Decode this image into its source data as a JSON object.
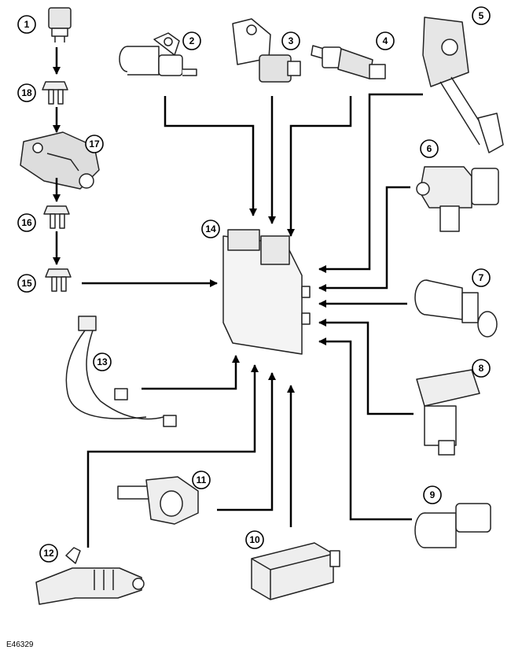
{
  "figure_id": "E46329",
  "callouts": {
    "c1": "1",
    "c2": "2",
    "c3": "3",
    "c4": "4",
    "c5": "5",
    "c6": "6",
    "c7": "7",
    "c8": "8",
    "c9": "9",
    "c10": "10",
    "c11": "11",
    "c12": "12",
    "c13": "13",
    "c14": "14",
    "c15": "15",
    "c16": "16",
    "c17": "17",
    "c18": "18"
  }
}
